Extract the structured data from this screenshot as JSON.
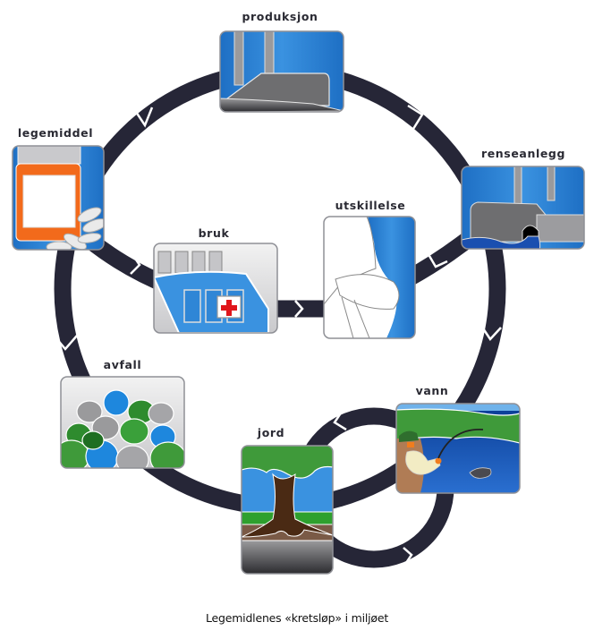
{
  "diagram": {
    "title": "Legemidlenes «kretsløp» i miljøet",
    "stages": [
      {
        "id": "produksjon",
        "label": "produksjon",
        "icon": "factory-icon"
      },
      {
        "id": "renseanlegg",
        "label": "renseanlegg",
        "icon": "treatment-plant-icon"
      },
      {
        "id": "utskillelse",
        "label": "utskillelse",
        "icon": "toilet-icon"
      },
      {
        "id": "bruk",
        "label": "bruk",
        "icon": "ambulance-icon"
      },
      {
        "id": "legemiddel",
        "label": "legemiddel",
        "icon": "pill-bottle-icon"
      },
      {
        "id": "avfall",
        "label": "avfall",
        "icon": "garbage-bags-icon"
      },
      {
        "id": "jord",
        "label": "jord",
        "icon": "tree-soil-icon"
      },
      {
        "id": "vann",
        "label": "vann",
        "icon": "fisherman-lake-icon"
      }
    ],
    "flows": [
      {
        "from": "produksjon",
        "to": "legemiddel"
      },
      {
        "from": "produksjon",
        "to": "renseanlegg"
      },
      {
        "from": "legemiddel",
        "to": "bruk"
      },
      {
        "from": "bruk",
        "to": "utskillelse"
      },
      {
        "from": "utskillelse",
        "to": "renseanlegg"
      },
      {
        "from": "legemiddel",
        "to": "avfall"
      },
      {
        "from": "avfall",
        "to": "jord"
      },
      {
        "from": "renseanlegg",
        "to": "vann"
      },
      {
        "from": "vann",
        "to": "jord"
      },
      {
        "from": "jord",
        "to": "vann"
      }
    ],
    "colors": {
      "arrow": "#262637",
      "sky_blue": "#2f86d6",
      "factory_gray": "#6e6e70",
      "pill_orange": "#f26a1b",
      "grass_green": "#3f9a3a",
      "lake_blue": "#0b3f97",
      "trunk_brown": "#4a2a14",
      "cross_red": "#e0161b"
    }
  }
}
